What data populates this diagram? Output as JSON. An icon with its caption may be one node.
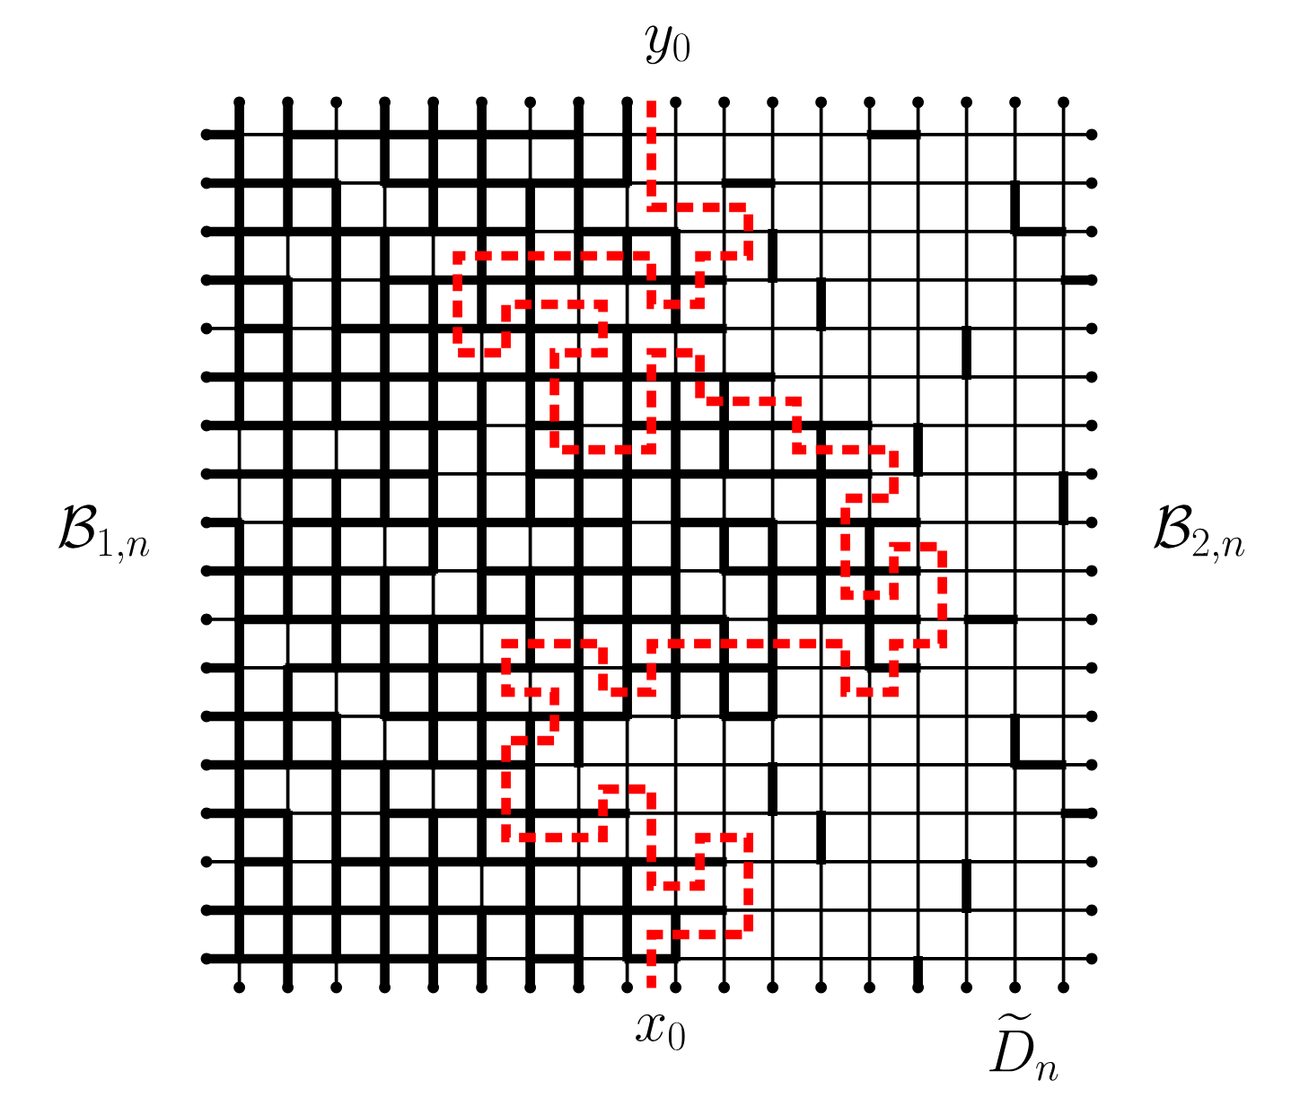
{
  "diagram": {
    "labels": [
      "y_0",
      "\\mathcal{B}_{1,n}",
      "\\mathcal{B}_{2,n}",
      "x_0",
      "\\widetilde{D}_n"
    ]
  }
}
